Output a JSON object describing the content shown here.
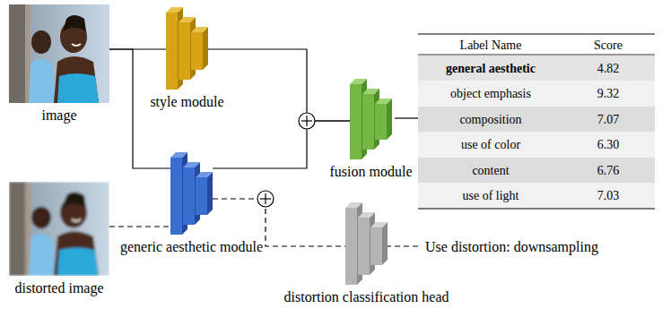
{
  "diagram": {
    "nodes": [
      {
        "text": [
          "image"
        ]
      },
      {
        "text": [
          "style module"
        ]
      },
      {
        "text": [
          "fusion module"
        ]
      },
      {
        "text": [
          "generic aesthetic module"
        ]
      },
      {
        "text": [
          "distorted image"
        ]
      },
      {
        "text": [
          "distortion classification head"
        ]
      }
    ],
    "edges": [
      {
        "from": 0,
        "to": 1,
        "arrow": "none"
      },
      {
        "from": 0,
        "to": 3,
        "arrow": "none"
      },
      {
        "from": 1,
        "to": 2,
        "arrow": "none"
      },
      {
        "from": 3,
        "to": 2,
        "arrow": "none"
      },
      {
        "from": 4,
        "to": 3,
        "arrow": "none"
      },
      {
        "from": 3,
        "to": 5,
        "arrow": "none"
      }
    ],
    "labels": [
      "Label Name",
      "Score",
      "general aesthetic",
      "4.82",
      "object emphasis",
      "9.32",
      "composition",
      "7.07",
      "use of color",
      "6.30",
      "content",
      "6.76",
      "use of light",
      "7.03",
      "Use distortion: downsampling"
    ]
  }
}
